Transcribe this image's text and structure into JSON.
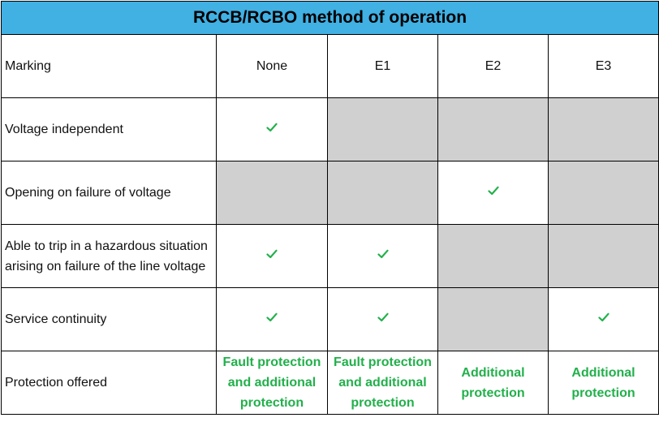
{
  "title": "RCCB/RCBO method of operation",
  "colors": {
    "header_bg": "#41b0e3",
    "check": "#22b04b",
    "grey_cell": "#d0d0d0"
  },
  "icons": {
    "check": "check-mark-icon"
  },
  "columns": [
    "Marking",
    "None",
    "E1",
    "E2",
    "E3"
  ],
  "rows": [
    {
      "label": "Voltage independent",
      "cells": [
        "check",
        "grey",
        "grey",
        "grey"
      ]
    },
    {
      "label": "Opening on failure of voltage",
      "cells": [
        "grey",
        "grey",
        "check",
        "grey"
      ]
    },
    {
      "label": "Able to trip in a hazardous situation arising on failure of the line voltage",
      "cells": [
        "check",
        "check",
        "grey",
        "grey"
      ]
    },
    {
      "label": "Service continuity",
      "cells": [
        "check",
        "check",
        "grey",
        "check"
      ]
    }
  ],
  "protection": {
    "label": "Protection offered",
    "values": [
      "Fault protection\nand additional\nprotection",
      "Fault protection\nand additional\nprotection",
      "Additional\nprotection",
      "Additional\nprotection"
    ]
  }
}
